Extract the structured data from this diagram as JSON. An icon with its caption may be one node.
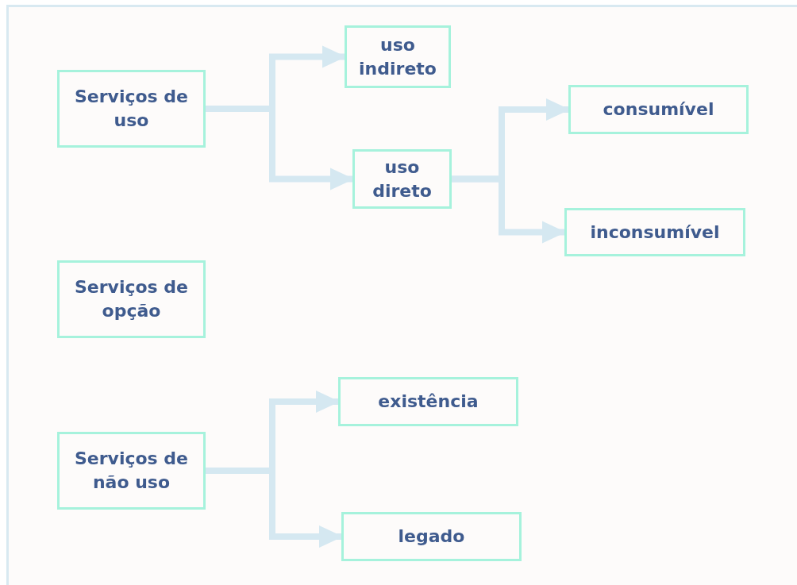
{
  "diagram": {
    "nodes": [
      {
        "text": [
          "Serviços de uso"
        ]
      },
      {
        "text": [
          "uso indireto"
        ]
      },
      {
        "text": [
          "uso direto"
        ]
      },
      {
        "text": [
          "consumível"
        ]
      },
      {
        "text": [
          "inconsumível"
        ]
      },
      {
        "text": [
          "Serviços de opção"
        ]
      },
      {
        "text": [
          "existência"
        ]
      },
      {
        "text": [
          "legado"
        ]
      },
      {
        "text": [
          "Serviços de não uso"
        ]
      }
    ],
    "edges": [
      {
        "from": 0,
        "to": 1,
        "arrow": "to"
      },
      {
        "from": 0,
        "to": 2,
        "arrow": "to"
      },
      {
        "from": 2,
        "to": 3,
        "arrow": "to"
      },
      {
        "from": 2,
        "to": 4,
        "arrow": "to"
      },
      {
        "from": 8,
        "to": 6,
        "arrow": "to"
      },
      {
        "from": 8,
        "to": 7,
        "arrow": "to"
      }
    ]
  }
}
